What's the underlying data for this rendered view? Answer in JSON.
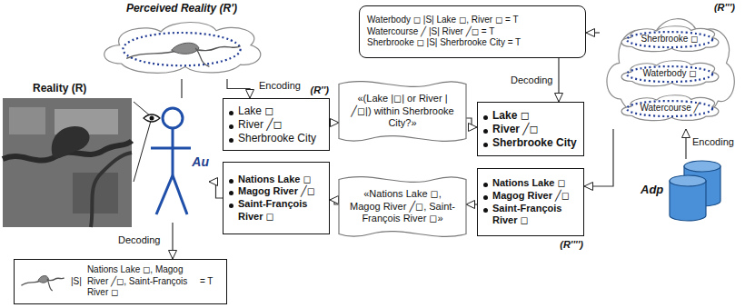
{
  "diagram": {
    "nodes": [
      {
        "text": [
          "Perceived Reality (R')"
        ]
      },
      {
        "text": [
          "Au"
        ]
      },
      {
        "text": [
          "(R'')",
          "Lake ◻",
          "River ╱◻",
          "Sherbrooke City"
        ]
      },
      {
        "text": [
          "«(Lake |◻| or River |╱◻|) within Sherbrooke City?»"
        ]
      },
      {
        "text": [
          "Lake ◻",
          "River ╱◻",
          "Sherbrooke City"
        ]
      },
      {
        "text": [
          "Waterbody ◻ |S| Lake ◻, River ◻ = T",
          "Watercourse ╱ |S| River ╱◻ = T",
          "Sherbrooke ◻ |S| Sherbrooke City = T"
        ]
      },
      {
        "text": [
          "(R''')"
        ]
      },
      {
        "text": [
          "Sherbrooke ◻"
        ],
        "in": 6
      },
      {
        "text": [
          "Waterbody ◻"
        ],
        "in": 6
      },
      {
        "text": [
          "Watercourse ╱"
        ],
        "in": 6
      },
      {
        "text": [
          "Adp"
        ]
      },
      {
        "text": [
          "(R'''')",
          "Nations Lake ◻",
          "Magog River ╱◻",
          "Saint-François River ◻"
        ]
      },
      {
        "text": [
          "«Nations Lake ◻, Magog River ╱◻, Saint-François River ◻»"
        ]
      },
      {
        "text": [
          "Nations Lake ◻",
          "Magog River ╱◻",
          "Saint-François River ◻"
        ]
      },
      {
        "text": [
          "|S|",
          "Nations Lake ◻, Magog River ╱◻, Saint-François River ◻",
          "= T"
        ]
      }
    ],
    "edges": [
      {
        "from": 0,
        "to": 2,
        "arrow": "to",
        "label": "Encoding"
      },
      {
        "from": 2,
        "to": 3,
        "arrow": "to"
      },
      {
        "from": 3,
        "to": 4,
        "arrow": "to"
      },
      {
        "from": 6,
        "to": 5,
        "arrow": "to"
      },
      {
        "from": 5,
        "to": 4,
        "arrow": "to",
        "label": "Decoding"
      },
      {
        "from": 10,
        "to": 6,
        "arrow": "to",
        "label": "Encoding"
      },
      {
        "from": 6,
        "to": 11,
        "arrow": "to"
      },
      {
        "from": 11,
        "to": 12,
        "arrow": "to"
      },
      {
        "from": 12,
        "to": 13,
        "arrow": "to"
      },
      {
        "from": 13,
        "to": 1,
        "arrow": "to"
      },
      {
        "from": 1,
        "to": 14,
        "arrow": "to",
        "label": "Decoding"
      },
      {
        "from": 1,
        "to": 0,
        "arrow": "none"
      }
    ],
    "labels": [
      "Reality (R)"
    ]
  }
}
